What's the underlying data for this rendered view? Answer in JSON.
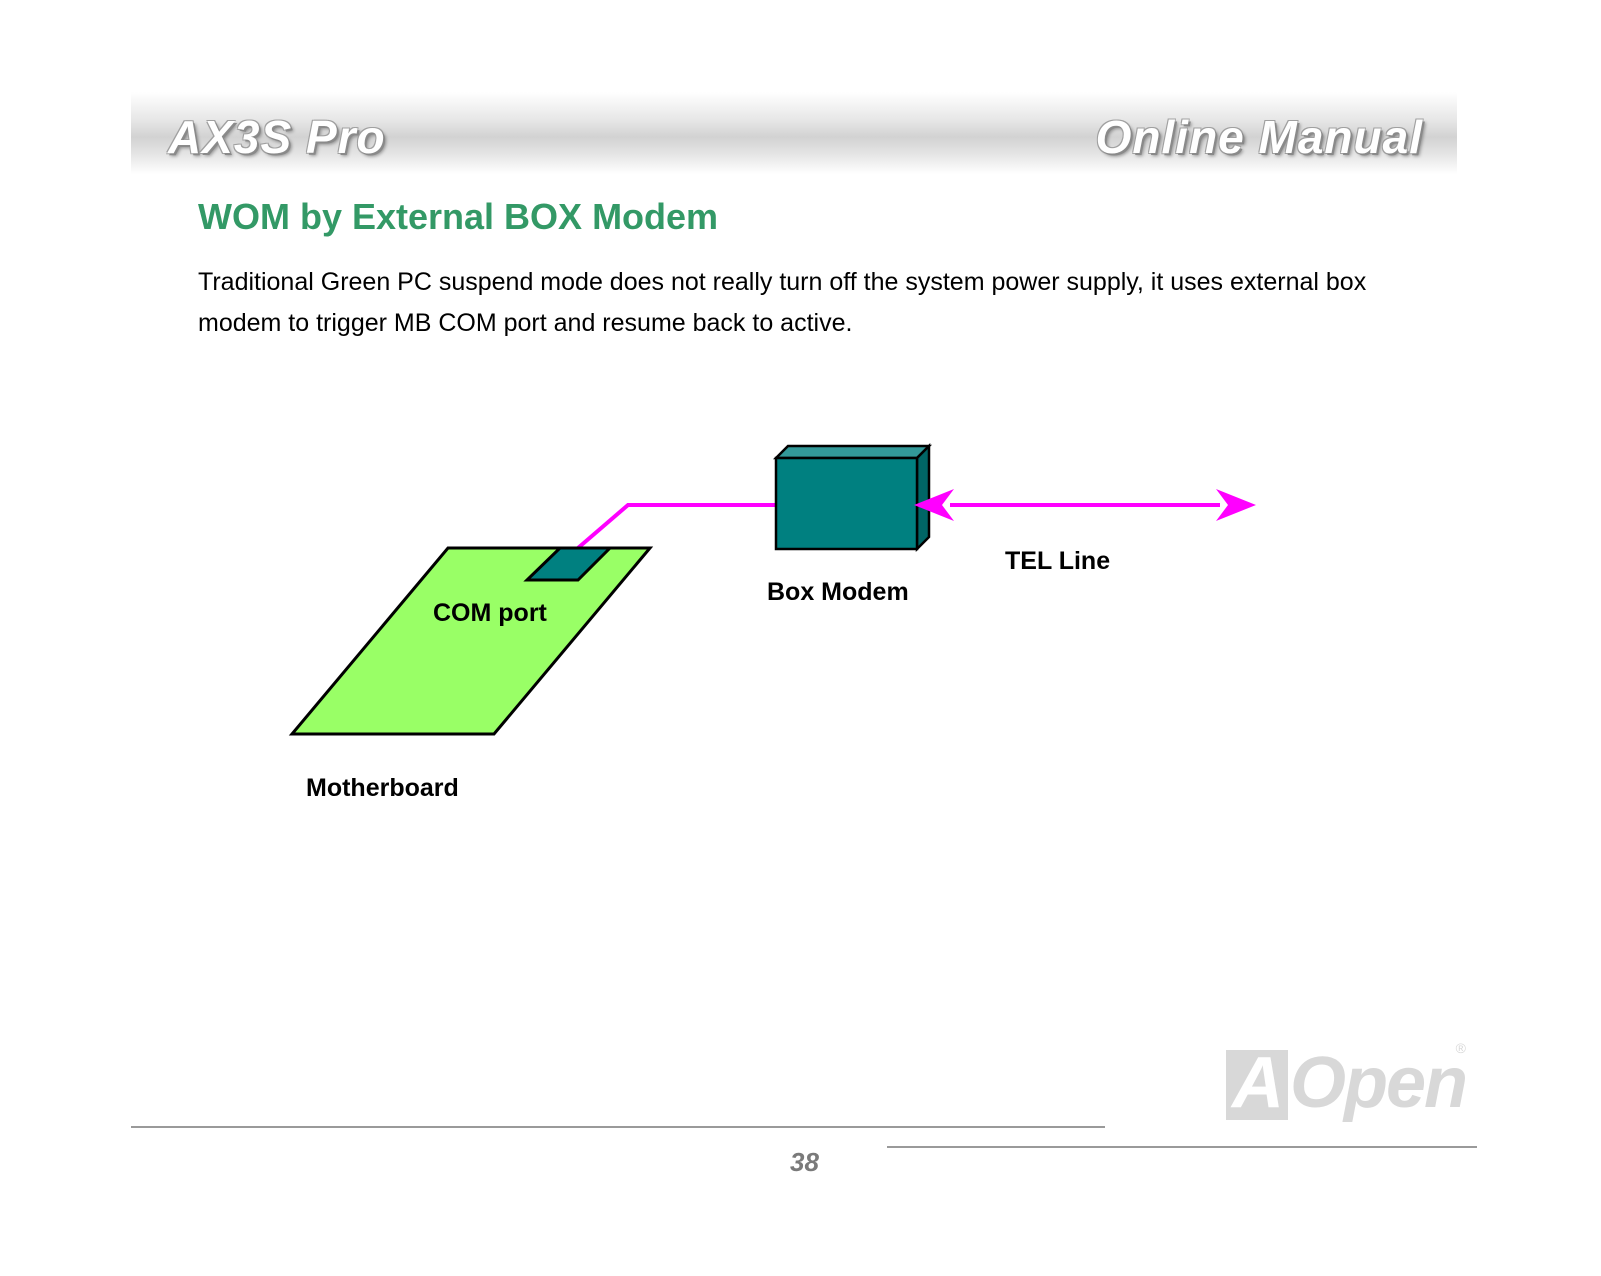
{
  "header": {
    "left_title": "AX3S Pro",
    "right_title": "Online Manual"
  },
  "section": {
    "title": "WOM by External BOX Modem",
    "body": "Traditional Green PC suspend mode does not really turn off the system power supply, it uses external box modem to trigger MB COM port and resume back to active."
  },
  "diagram": {
    "labels": {
      "com_port": "COM port",
      "box_modem": "Box Modem",
      "tel_line": "TEL Line",
      "motherboard": "Motherboard"
    },
    "colors": {
      "motherboard_fill": "#99ff66",
      "modem_fill": "#008080",
      "cable": "#ff00ff"
    }
  },
  "footer": {
    "page_number": "38",
    "logo": "AOpen",
    "logo_mark": "®"
  }
}
